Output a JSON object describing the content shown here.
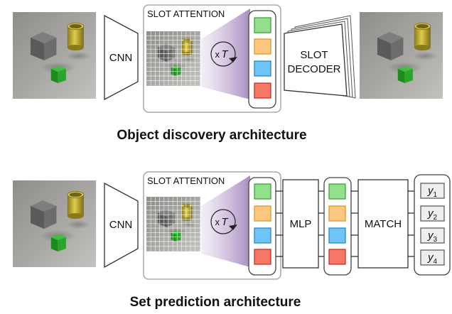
{
  "colors": {
    "slot_green": "#92e08c",
    "slot_orange": "#fdc77f",
    "slot_blue": "#6cc5f5",
    "slot_red": "#f77766",
    "panel_stroke": "#9a9a9a",
    "attention_purple": "#b79dcc"
  },
  "top": {
    "cnn_label": "CNN",
    "slot_attention_label": "SLOT ATTENTION",
    "iter_prefix": "x",
    "iter_var": "T",
    "decoder_line1": "SLOT",
    "decoder_line2": "DECODER",
    "caption": "Object discovery architecture"
  },
  "bottom": {
    "cnn_label": "CNN",
    "slot_attention_label": "SLOT ATTENTION",
    "iter_prefix": "x",
    "iter_var": "T",
    "mlp_label": "MLP",
    "match_label": "MATCH",
    "outputs": [
      {
        "sym": "y",
        "sub": "1"
      },
      {
        "sym": "y",
        "sub": "2"
      },
      {
        "sym": "y",
        "sub": "3"
      },
      {
        "sym": "y",
        "sub": "4"
      }
    ],
    "caption": "Set prediction architecture"
  }
}
